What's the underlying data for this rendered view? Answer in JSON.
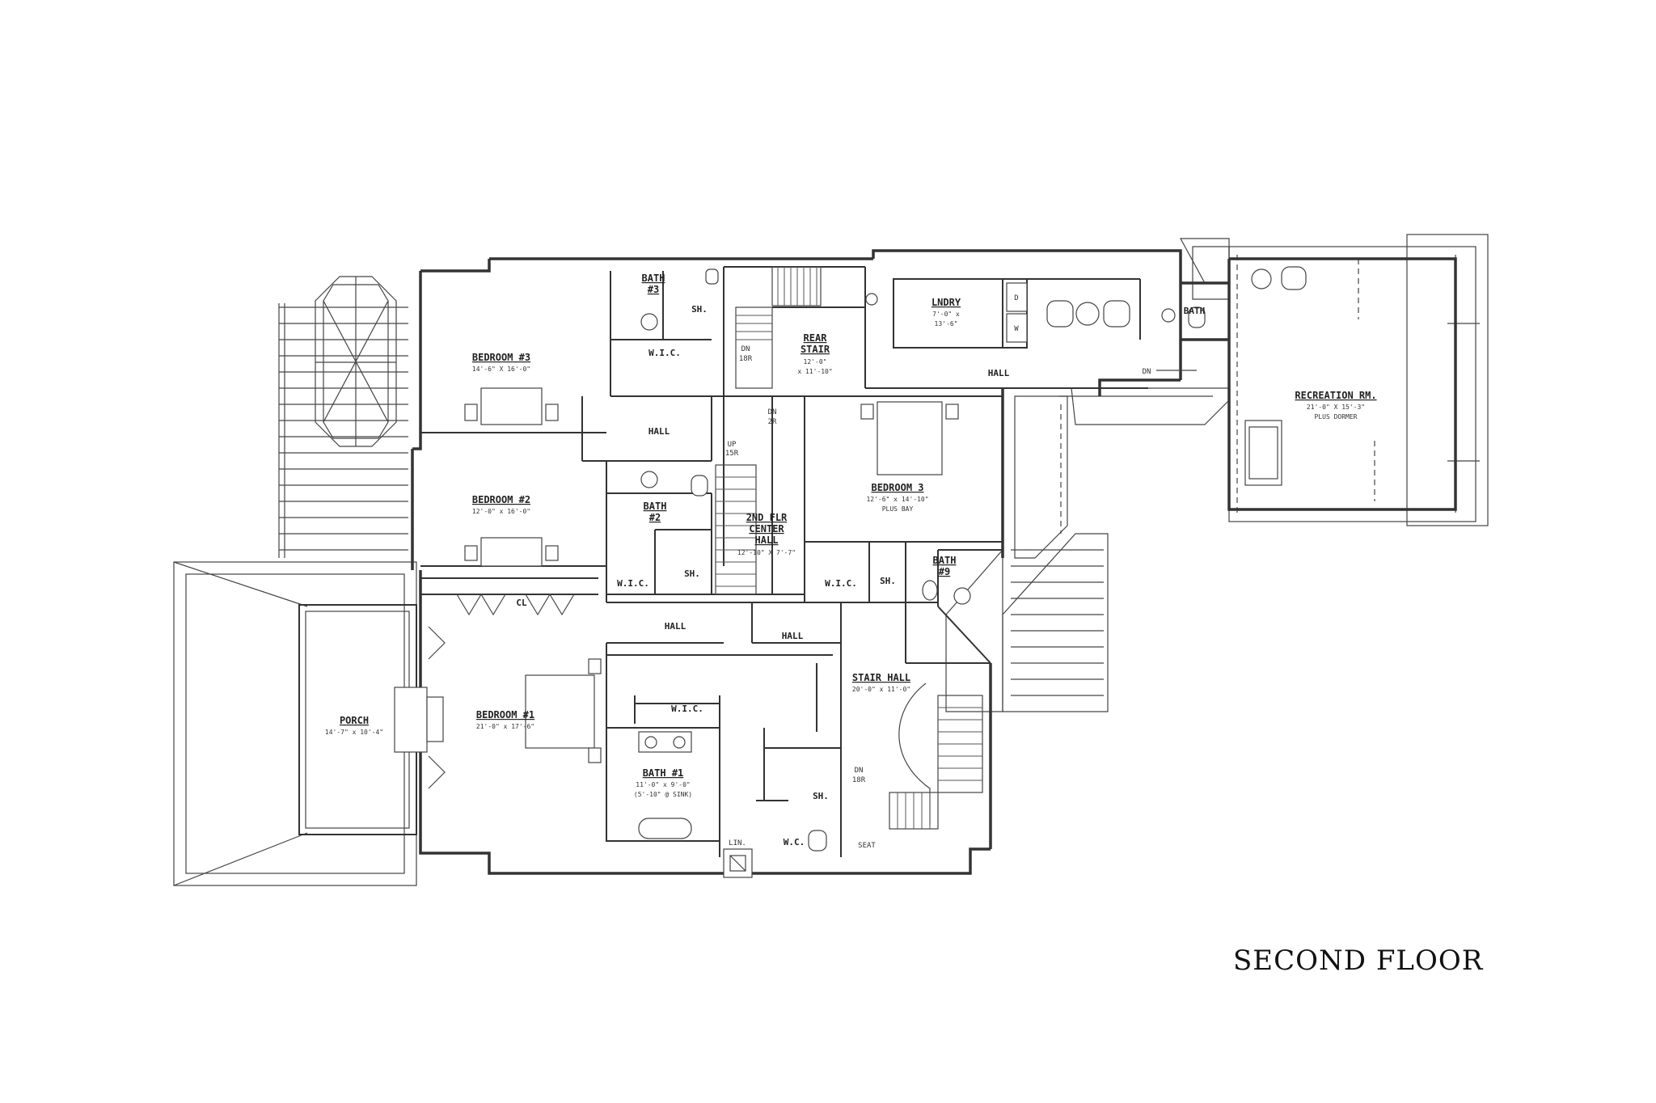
{
  "floor_title": "SECOND FLOOR",
  "rooms": {
    "bath3": {
      "label": "BATH",
      "num": "#3"
    },
    "sh_bath3": "SH.",
    "wic_bath3": "W.I.C.",
    "bedroom3_upper": {
      "label": "BEDROOM #3",
      "dims": "14'-6\" X 16'-0\""
    },
    "rear_stair": {
      "label": "REAR",
      "label2": "STAIR",
      "dims": "12'-0\"",
      "dims2": "x 11'-10\""
    },
    "rear_stair_dn": {
      "line1": "DN",
      "line2": "18R"
    },
    "lndry": {
      "label": "LNDRY",
      "dims": "7'-0\" x",
      "dims2": "13'-6\""
    },
    "washer": "W",
    "dryer": "D",
    "bath_rec": "BATH",
    "upper_hall": "HALL",
    "upper_hall_dn": "DN",
    "recreation": {
      "label": "RECREATION RM.",
      "dims": "21'-0\" X 15'-3\"",
      "dims2": "PLUS DORMER"
    },
    "hall_left": "HALL",
    "center_dn": {
      "line1": "DN",
      "line2": "2R"
    },
    "center_up": {
      "line1": "UP",
      "line2": "15R"
    },
    "center_hall": {
      "label": "2ND FLR",
      "label2": "CENTER",
      "label3": "HALL",
      "dims": "12'-10\" X 7'-7\""
    },
    "bedroom3_right": {
      "label": "BEDROOM 3",
      "dims": "12'-6\" x 14'-10\"",
      "dims2": "PLUS BAY"
    },
    "bedroom2": {
      "label": "BEDROOM #2",
      "dims": "12'-0\" x 16'-0\""
    },
    "bath2": {
      "label": "BATH",
      "num": "#2"
    },
    "wic_bed2": "W.I.C.",
    "sh_bath2": "SH.",
    "wic_right": "W.I.C.",
    "sh_right": "SH.",
    "bath9": {
      "label": "BATH",
      "num": "#9"
    },
    "cl": "CL",
    "hall_center": "HALL",
    "hall_center_right": "HALL",
    "stair_hall": {
      "label": "STAIR HALL",
      "dims": "20'-0\" x 11'-0\""
    },
    "porch": {
      "label": "PORCH",
      "dims": "14'-7\" x 10'-4\""
    },
    "bedroom1": {
      "label": "BEDROOM #1",
      "dims": "21'-0\" x 17'-6\""
    },
    "wic_master": "W.I.C.",
    "bath1": {
      "label": "BATH #1",
      "dims": "11'-0\" x 9'-0\"",
      "dims2": "(5'-10\" @ SINK)"
    },
    "sh_master": "SH.",
    "wc_master": "W.C.",
    "lin": "LIN.",
    "seat": "SEAT",
    "stair_hall_dn": {
      "line1": "DN",
      "line2": "18R"
    }
  }
}
